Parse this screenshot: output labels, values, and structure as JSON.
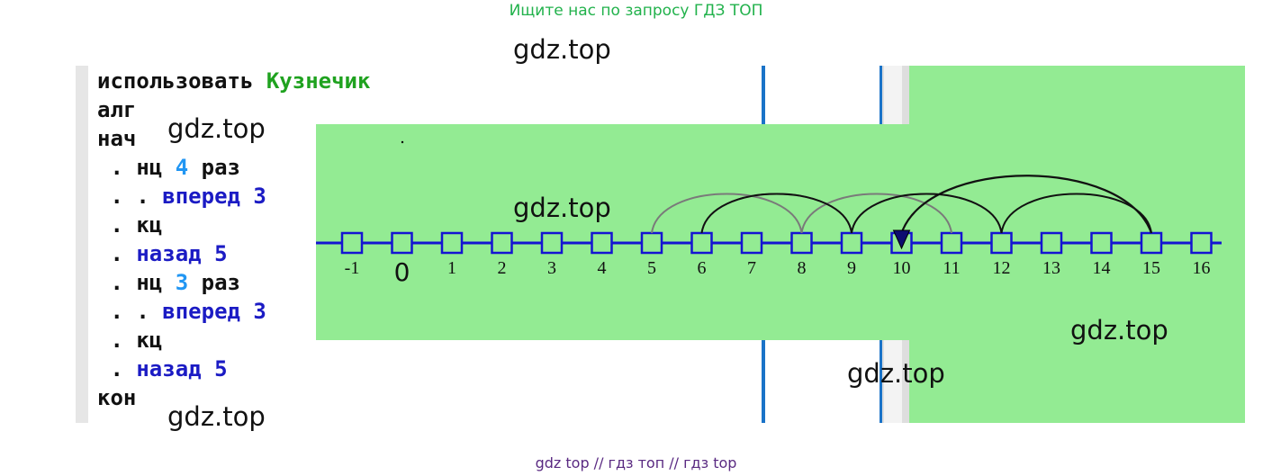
{
  "header": {
    "banner": "Ищите нас по запросу ГДЗ ТОП"
  },
  "footer": {
    "banner": "gdz top  //  гдз топ  //  гдз top"
  },
  "watermark": "gdz.top",
  "code": {
    "line1_kw": "использовать",
    "line1_module": "Кузнечик",
    "line2": "алг",
    "line3": "нач",
    "loop1_kw": "нц",
    "loop1_count": "4",
    "loop1_unit": "раз",
    "forward_cmd": "вперед",
    "forward_steps": "3",
    "loop_end": "кц",
    "back_cmd": "назад",
    "back_steps": "5",
    "loop2_kw": "нц",
    "loop2_count": "3",
    "loop2_unit": "раз",
    "end": "кон",
    "dot": "."
  },
  "number_line": {
    "ticks": [
      "-1",
      "0",
      "1",
      "2",
      "3",
      "4",
      "5",
      "6",
      "7",
      "8",
      "9",
      "10",
      "11",
      "12",
      "13",
      "14",
      "15",
      "16"
    ],
    "marker_position": "10",
    "arcs_first_loop": [
      [
        5,
        8
      ],
      [
        8,
        11
      ],
      [
        6,
        9
      ],
      [
        9,
        12
      ]
    ],
    "arcs_second_loop": [
      [
        6,
        9
      ],
      [
        9,
        12
      ],
      [
        12,
        15
      ]
    ],
    "back_jump": [
      15,
      10
    ]
  },
  "colors": {
    "panel": "#93eb93",
    "line": "#1414d2",
    "banner_top": "#22b24c",
    "banner_bottom": "#5a2a82",
    "separator": "#1a73c8"
  }
}
